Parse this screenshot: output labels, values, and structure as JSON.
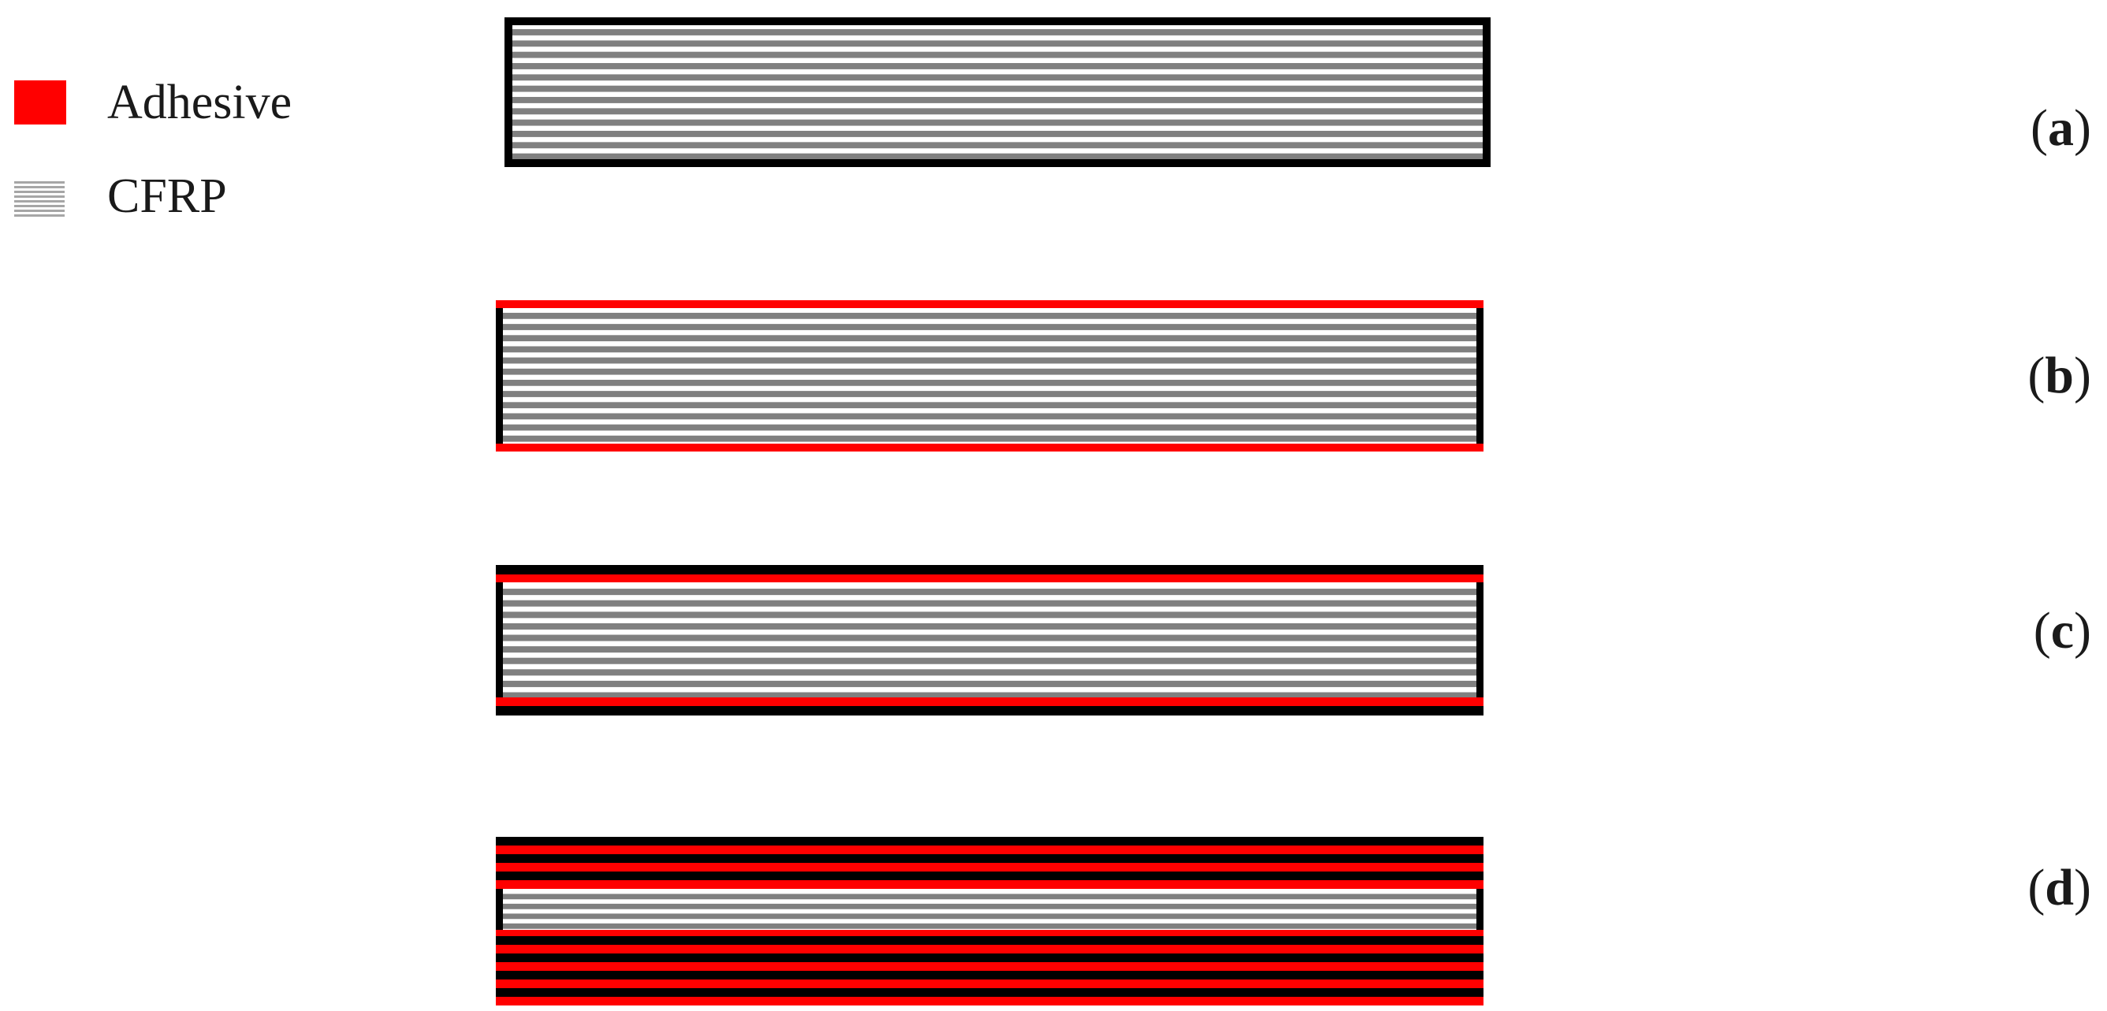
{
  "legend": {
    "adhesive": {
      "label": "Adhesive",
      "color": "#ff0000"
    },
    "cfrp": {
      "label": "CFRP",
      "color": "#808080"
    }
  },
  "panels": [
    {
      "id": "a",
      "label_open": "(",
      "letter": "a",
      "label_close": ")"
    },
    {
      "id": "b",
      "label_open": "(",
      "letter": "b",
      "label_close": ")"
    },
    {
      "id": "c",
      "label_open": "(",
      "letter": "c",
      "label_close": ")"
    },
    {
      "id": "d",
      "label_open": "(",
      "letter": "d",
      "label_close": ")"
    }
  ],
  "colors": {
    "outline": "#000000",
    "adhesive": "#ff0000",
    "cfrp_stripe": "#808080",
    "background": "#ffffff"
  }
}
